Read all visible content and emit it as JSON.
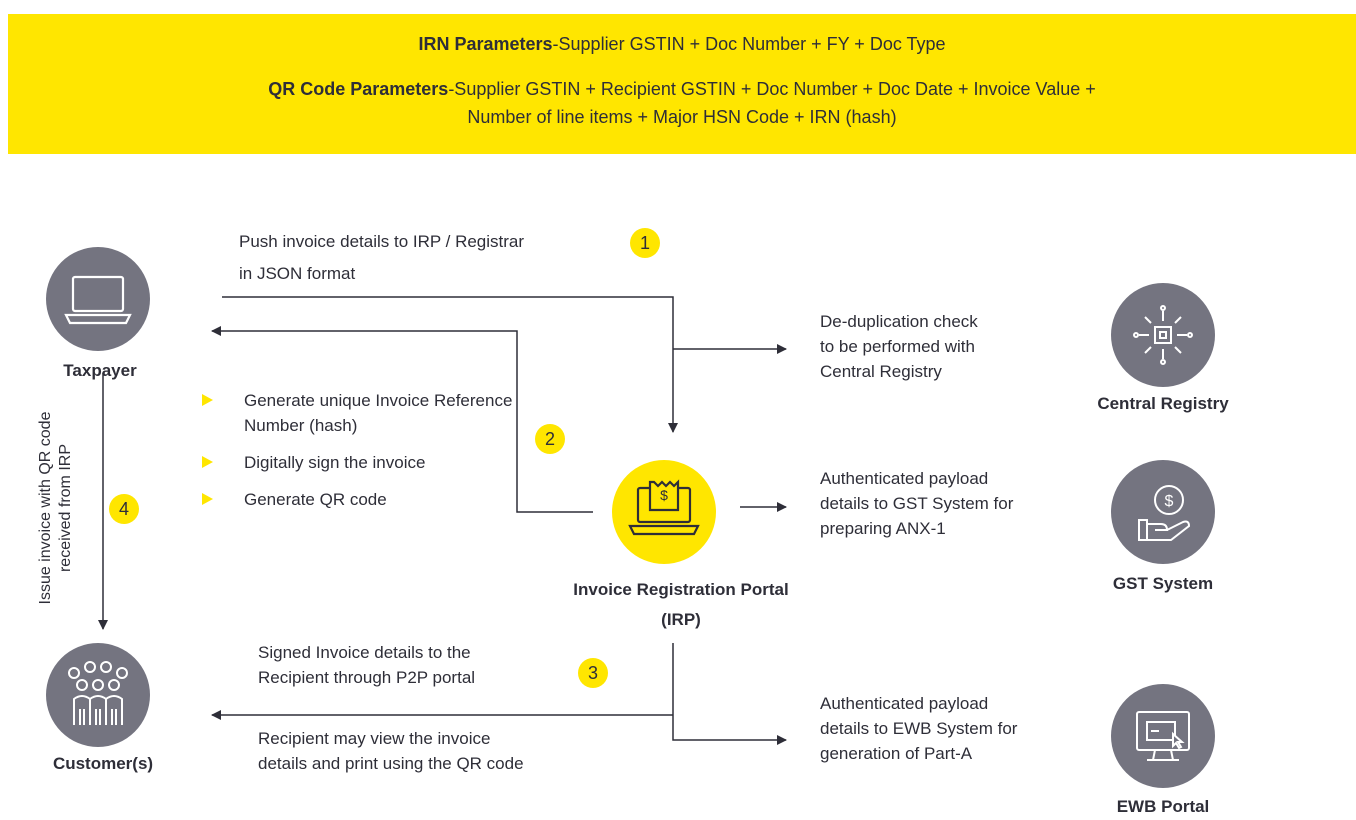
{
  "banner": {
    "irn_label": "IRN Parameters",
    "irn_text": "-Supplier GSTIN + Doc Number + FY + Doc Type",
    "qr_label": "QR Code Parameters",
    "qr_text_line1": "-Supplier GSTIN + Recipient GSTIN + Doc Number + Doc Date + Invoice Value +",
    "qr_text_line2": "Number of line items + Major HSN Code +  IRN (hash)"
  },
  "nodes": {
    "taxpayer": "Taxpayer",
    "customers": "Customer(s)",
    "irp_line1": "Invoice Registration Portal",
    "irp_line2": "(IRP)",
    "central_registry": "Central Registry",
    "gst_system": "GST System",
    "ewb_portal": "EWB Portal"
  },
  "steps": [
    "1",
    "2",
    "3",
    "4"
  ],
  "flows": {
    "push_line1": "Push invoice details to IRP / Registrar",
    "push_line2": "in JSON format",
    "dedup_line1": "De-duplication check",
    "dedup_line2": "to be performed with",
    "dedup_line3": "Central Registry",
    "gst_line1": "Authenticated payload",
    "gst_line2": "details to GST System for",
    "gst_line3": "preparing ANX-1",
    "signed_line1": "Signed Invoice details to the",
    "signed_line2": "Recipient through P2P portal",
    "view_line1": "Recipient may view the invoice",
    "view_line2": "details and print using the QR code",
    "ewb_line1": "Authenticated payload",
    "ewb_line2": "details to EWB System for",
    "ewb_line3": "generation of Part-A",
    "issue_line1": "Issue invoice with QR code",
    "issue_line2": "received from IRP"
  },
  "bullets": [
    "Generate unique Invoice Reference Number (hash)",
    "Digitally sign the invoice",
    "Generate QR code"
  ],
  "colors": {
    "accent": "#ffe600",
    "icon_gray": "#747480",
    "text": "#2e2e38"
  }
}
